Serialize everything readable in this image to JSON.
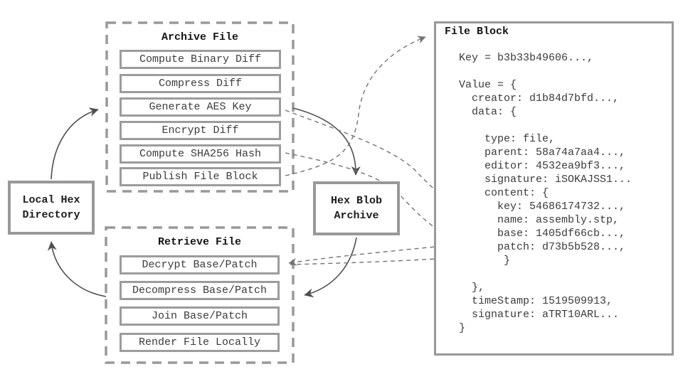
{
  "diagram": {
    "local_directory": {
      "label_lines": [
        "Local Hex",
        "Directory"
      ]
    },
    "blob_archive": {
      "label_lines": [
        "Hex Blob",
        "Archive"
      ]
    },
    "archive_group": {
      "title": "Archive File",
      "steps": [
        "Compute Binary Diff",
        "Compress Diff",
        "Generate AES Key",
        "Encrypt Diff",
        "Compute SHA256 Hash",
        "Publish File Block"
      ]
    },
    "retrieve_group": {
      "title": "Retrieve File",
      "steps": [
        "Decrypt Base/Patch",
        "Decompress Base/Patch",
        "Join Base/Patch",
        "Render File Locally"
      ]
    },
    "file_block": {
      "title": "File Block",
      "body_lines": [
        "   Key = b3b33b49606...,",
        "",
        "   Value = {",
        "     creator: d1b84d7bfd...,",
        "     data: {",
        "",
        "       type: file,",
        "       parent: 58a74a7aa4...,",
        "       editor: 4532ea9bf3...,",
        "       signature: iSOKAJSS1...",
        "       content: {",
        "         key: 54686174732...,",
        "         name: assembly.stp,",
        "         base: 1405df66cb...,",
        "         patch: d73b5b528...,",
        "          }",
        "",
        "     },",
        "     timeStamp: 1519509913,",
        "     signature: aTRT10ARL...",
        "   }"
      ]
    },
    "colors": {
      "box_border": "#999999",
      "step_border": "#9c9c9c",
      "solid_arrow": "#4f4f4f",
      "dashed_arrow": "#737373",
      "text": "#3b3b3b",
      "title_text": "#141414",
      "background": "#ffffff"
    }
  }
}
